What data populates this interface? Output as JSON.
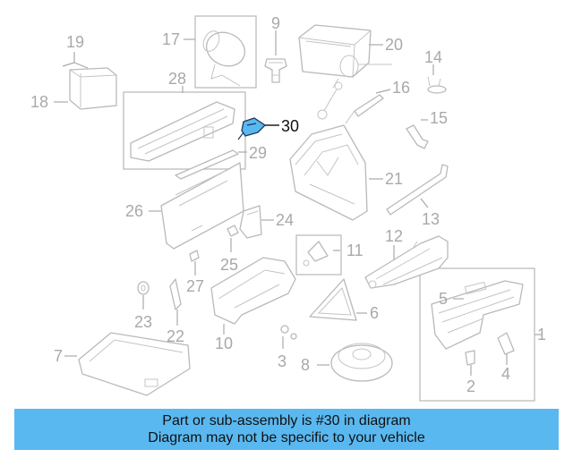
{
  "highlight_part": "30",
  "callouts": [
    "1",
    "2",
    "3",
    "4",
    "5",
    "6",
    "7",
    "8",
    "9",
    "10",
    "11",
    "12",
    "13",
    "14",
    "15",
    "16",
    "17",
    "18",
    "19",
    "20",
    "21",
    "22",
    "23",
    "24",
    "25",
    "26",
    "27",
    "28",
    "29",
    "30"
  ],
  "banner": {
    "line1": "Part or sub-assembly is #30 in diagram",
    "line2": "Diagram may not be specific to your vehicle"
  },
  "colors": {
    "banner": "#5ab8f0",
    "highlight": "#5ab8f0",
    "line_art": "#b9b9b9",
    "label": "#a9a9a9"
  }
}
